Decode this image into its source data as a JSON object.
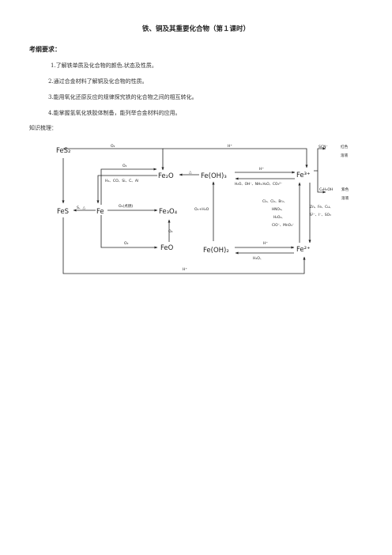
{
  "title": "铁、铜及其重要化合物（第１课时）",
  "requirements": {
    "heading": "考纲要求：",
    "items": [
      "1.了解铁单质及化合物的颜色.状态及性质。",
      "2.通过合金材料了解铜及化合物的性质。",
      "3.能用氧化还原反应的规律探究铁的化合物之间的相互转化。",
      "4.能掌握氢氧化铁胶体制备，能列举合金材料的应用。"
    ]
  },
  "knowledge_heading": "知识梳理：",
  "diagram": {
    "nodes": {
      "fes2": "FeS₂",
      "fe2o3": "Fe₂O",
      "feoh3": "Fe(OH)₃",
      "fe3": "Fe³⁺",
      "fes": "FeS",
      "fe": "Fe",
      "fe3o4": "Fe₃O₄",
      "feo": "FeO",
      "feoh2": "Fe(OH)₂",
      "fe2": "Fe²⁺"
    },
    "labels": {
      "o2_top": "O₂",
      "hplus_top": "H⁺",
      "o2_second": "O₂",
      "reducers": "H₂、CO、Si、C、Al",
      "delta": "△",
      "hplus_mid": "H⁺",
      "to_fe3_list": "H₂O、OH⁻、NH₃.H₂O、CO₃²⁻",
      "s_delta": "S、△",
      "o2_burn": "O₂(点燃)",
      "o2_h2o": "O₂+H₂O",
      "oxidants": [
        "Cl₂、Cl₂、Br₂、",
        "HNO₃、",
        "H₂O₂、",
        "ClO⁻、MnO₄⁻"
      ],
      "reductants": [
        "Zn、Fe、Cu、",
        "S²⁻、I⁻、SO₃"
      ],
      "o2_feo": "O₂",
      "o2_fe_feo": "O₂",
      "hplus_bottom": "H⁺",
      "h2o_bottom": "H₂O、",
      "hplus_return": "H⁺",
      "scn": "SCN⁻",
      "scn_result": [
        "红色",
        "溶液"
      ],
      "c6h5oh": "C₆H₅OH",
      "phenol_result": [
        "紫色",
        "溶液"
      ]
    }
  }
}
